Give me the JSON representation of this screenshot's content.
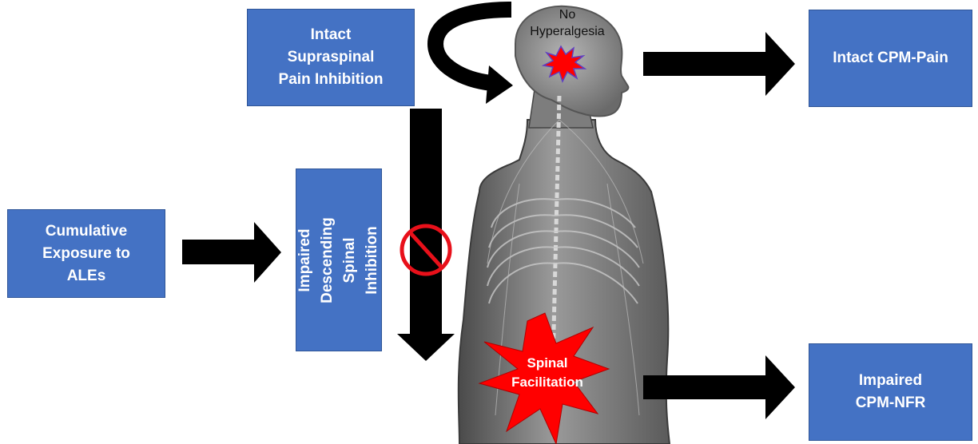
{
  "boxes": {
    "supraspinal": "Intact\nSupraspinal\nPain Inhibition",
    "cumulative": "Cumulative\nExposure to\nALEs",
    "descending": "Impaired\nDescending Spinal\nInhibition",
    "cpm_pain": "Intact CPM-Pain",
    "cpm_nfr": "Impaired\nCPM-NFR"
  },
  "labels": {
    "no_hyperalgesia": "No\nHyperalgesia",
    "spinal_facilitation": "Spinal\nFacilitation"
  },
  "colors": {
    "box_fill": "#4472c4",
    "box_border": "#2f5597",
    "arrow": "#000000",
    "burst": "#ff0000",
    "prohibit": "#e8101a",
    "body": "#6f6f6f"
  },
  "icons": [
    "brain-burst-icon",
    "prohibition-icon",
    "spinal-burst-icon",
    "curved-arrow-icon"
  ]
}
